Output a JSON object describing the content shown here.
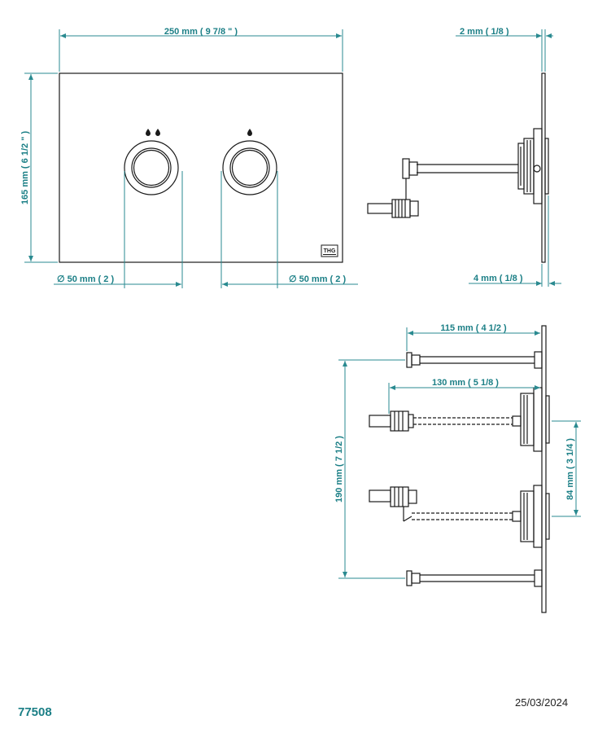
{
  "dimensions": {
    "plate_width": "250 mm ( 9 7/8 \" )",
    "plate_height": "165 mm ( 6 1/2 \" )",
    "button_left_diameter": "∅ 50 mm ( 2 )",
    "button_right_diameter": "∅ 50 mm ( 2 )",
    "plate_thickness_top": "2 mm ( 1/8 )",
    "plate_thickness_bottom": "4 mm ( 1/8 )",
    "rod_length": "115 mm ( 4 1/2 )",
    "pneumatic_length": "130 mm ( 5 1/8 )",
    "overall_height": "190 mm ( 7 1/2 )",
    "button_spacing": "84 mm ( 3 1/4 )"
  },
  "logo_text": "THG",
  "footer": {
    "product_code": "77508",
    "date": "25/03/2024"
  },
  "colors": {
    "dimension": "#1b7f86",
    "outline": "#1a1a1a"
  }
}
